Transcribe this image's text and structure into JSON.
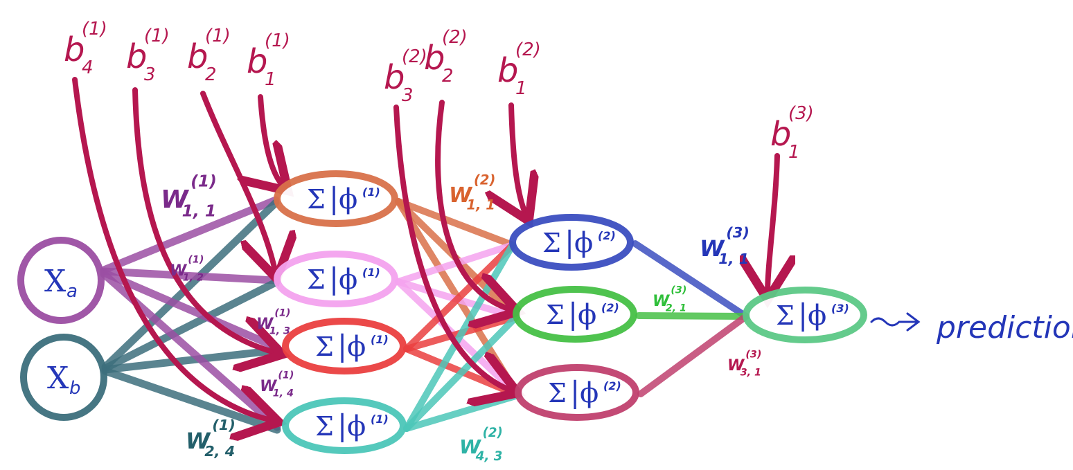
{
  "colors": {
    "bias": "#b5174f",
    "input_a": "#9b4fa3",
    "input_b": "#3d6f7d",
    "h1": [
      "#d9714a",
      "#f4a3ef",
      "#ea4040",
      "#4cc7b9"
    ],
    "h2": [
      "#3c4fc0",
      "#46c046",
      "#c0416e"
    ],
    "output": "#5cc986",
    "text_blue": "#2436b8",
    "w1_11": "#7a2a8a",
    "w1_12": "#7a2a8a",
    "w1_13": "#7a2a8a",
    "w1_14": "#7a2a8a",
    "w1_24": "#235f6a",
    "w2_11": "#d9632f",
    "w2_43": "#2fb3a6",
    "w3_11": "#2436b8",
    "w3_21": "#2fbf3a",
    "w3_31": "#b5174f"
  },
  "inputs": [
    {
      "id": "xa",
      "label": "X",
      "sub": "a"
    },
    {
      "id": "xb",
      "label": "X",
      "sub": "b"
    }
  ],
  "layer1": [
    {
      "sum": "Σ",
      "sep": "|",
      "phi": "ϕ",
      "sup": "(1)"
    },
    {
      "sum": "Σ",
      "sep": "|",
      "phi": "ϕ",
      "sup": "(1)"
    },
    {
      "sum": "Σ",
      "sep": "|",
      "phi": "ϕ",
      "sup": "(1)"
    },
    {
      "sum": "Σ",
      "sep": "|",
      "phi": "ϕ",
      "sup": "(1)"
    }
  ],
  "layer2": [
    {
      "sum": "Σ",
      "sep": "|",
      "phi": "ϕ",
      "sup": "(2)"
    },
    {
      "sum": "Σ",
      "sep": "|",
      "phi": "ϕ",
      "sup": "(2)"
    },
    {
      "sum": "Σ",
      "sep": "|",
      "phi": "ϕ",
      "sup": "(2)"
    }
  ],
  "output": {
    "sum": "Σ",
    "sep": "|",
    "phi": "ϕ",
    "sup": "(3)"
  },
  "biases": [
    {
      "base": "b",
      "sub": "4",
      "sup": "(1)"
    },
    {
      "base": "b",
      "sub": "3",
      "sup": "(1)"
    },
    {
      "base": "b",
      "sub": "2",
      "sup": "(1)"
    },
    {
      "base": "b",
      "sub": "1",
      "sup": "(1)"
    },
    {
      "base": "b",
      "sub": "3",
      "sup": "(2)"
    },
    {
      "base": "b",
      "sub": "2",
      "sup": "(2)"
    },
    {
      "base": "b",
      "sub": "1",
      "sup": "(2)"
    },
    {
      "base": "b",
      "sub": "1",
      "sup": "(3)"
    }
  ],
  "weights": [
    {
      "id": "w1_11",
      "base": "W",
      "sub": "1, 1",
      "sup": "(1)"
    },
    {
      "id": "w1_12",
      "base": "W",
      "sub": "1, 2",
      "sup": "(1)"
    },
    {
      "id": "w1_13",
      "base": "W",
      "sub": "1, 3",
      "sup": "(1)"
    },
    {
      "id": "w1_14",
      "base": "W",
      "sub": "1, 4",
      "sup": "(1)"
    },
    {
      "id": "w1_24",
      "base": "W",
      "sub": "2, 4",
      "sup": "(1)"
    },
    {
      "id": "w2_11",
      "base": "W",
      "sub": "1, 1",
      "sup": "(2)"
    },
    {
      "id": "w2_43",
      "base": "W",
      "sub": "4, 3",
      "sup": "(2)"
    },
    {
      "id": "w3_11",
      "base": "W",
      "sub": "1, 1",
      "sup": "(3)"
    },
    {
      "id": "w3_21",
      "base": "W",
      "sub": "2, 1",
      "sup": "(3)"
    },
    {
      "id": "w3_31",
      "base": "W",
      "sub": "3, 1",
      "sup": "(3)"
    }
  ],
  "result": {
    "arrow": "~>",
    "label": "prediction"
  }
}
